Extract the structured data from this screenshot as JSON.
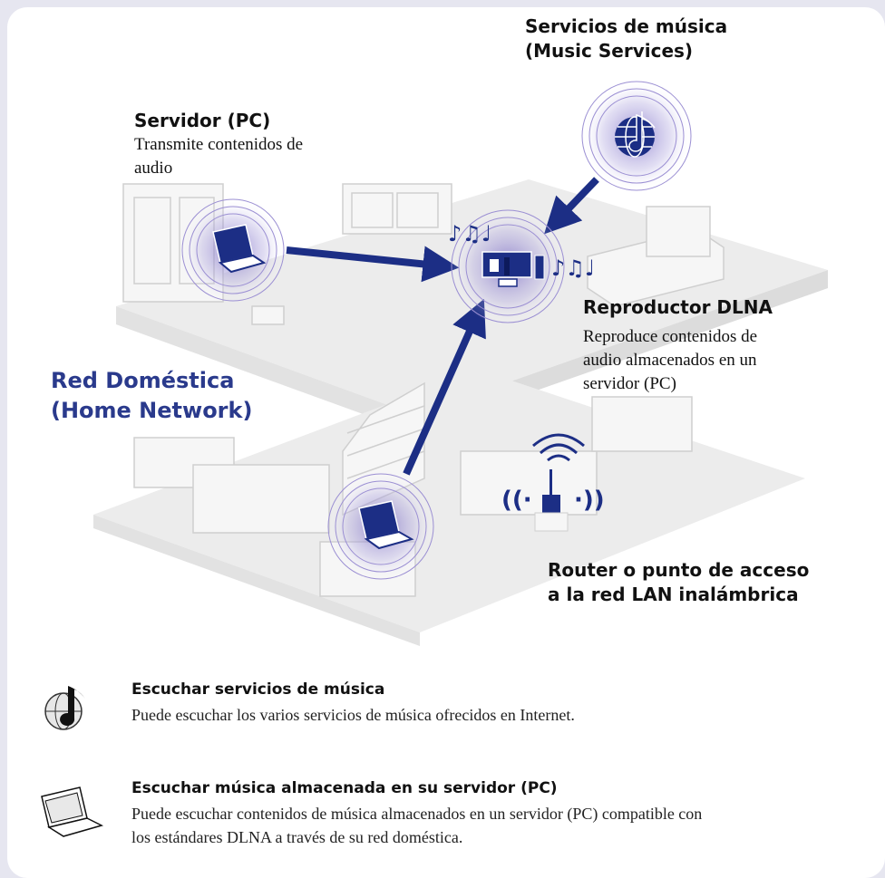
{
  "labels": {
    "music_services": {
      "line1": "Servicios de música",
      "line2": "(Music Services)"
    },
    "server": {
      "title": "Servidor (PC)",
      "desc_line1": "Transmite contenidos de",
      "desc_line2": "audio"
    },
    "player": {
      "title": "Reproductor DLNA",
      "desc_line1": "Reproduce contenidos de",
      "desc_line2": "audio almacenados en un",
      "desc_line3": "servidor (PC)"
    },
    "home_network": {
      "line1": "Red Doméstica",
      "line2": "(Home Network)"
    },
    "router": {
      "line1": "Router o punto de acceso",
      "line2": "a la red LAN inalámbrica"
    }
  },
  "legend": [
    {
      "icon": "globe-music-note-icon",
      "title": "Escuchar servicios de música",
      "desc_line1": "Puede escuchar los varios servicios de música ofrecidos en Internet."
    },
    {
      "icon": "laptop-icon",
      "title": "Escuchar música almacenada en su servidor (PC)",
      "desc_line1": "Puede escuchar contenidos de música almacenados en un servidor (PC) compatible con",
      "desc_line2": "los estándares DLNA a través de su red doméstica."
    }
  ],
  "colors": {
    "arrow": "#1c2e85",
    "accent": "#2a3a8c",
    "ripple": "#8a7bc6",
    "floor": "#ebebeb",
    "background": "#e6e6f0"
  }
}
